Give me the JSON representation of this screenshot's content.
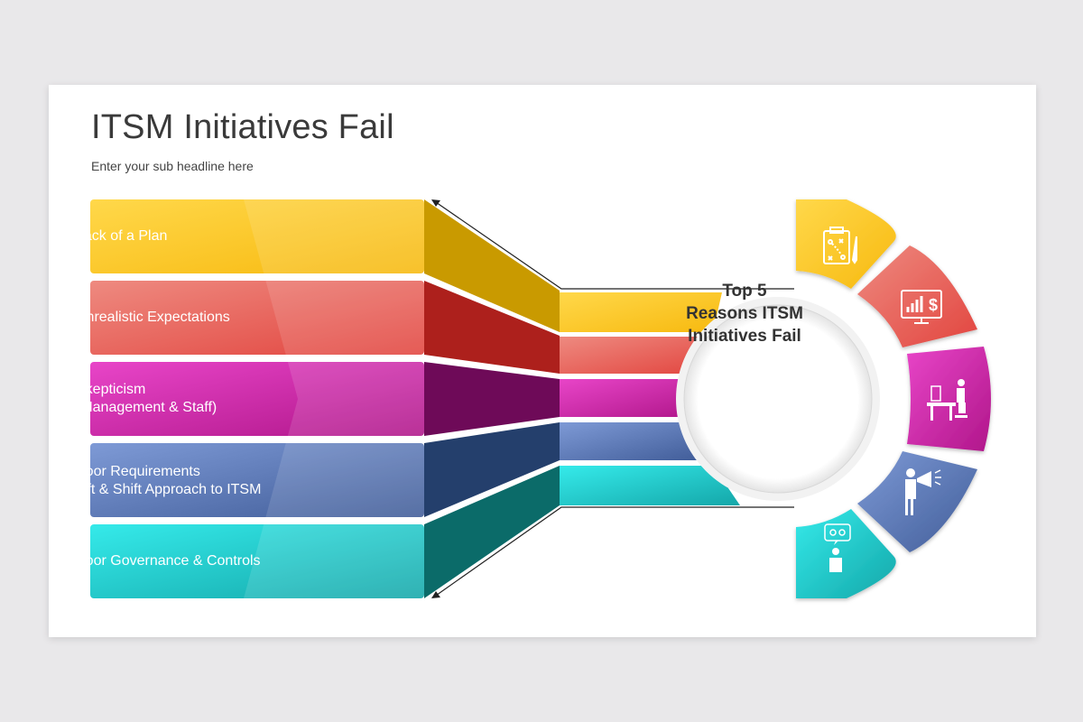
{
  "title": "ITSM Initiatives Fail",
  "subtitle": "Enter your sub headline here",
  "center": {
    "lines": [
      "Top 5",
      "Reasons ITSM",
      "Initiatives Fail"
    ]
  },
  "bars": [
    {
      "lines": [
        "Lack of a Plan"
      ],
      "color": "#f9c21e",
      "icon": "checklist-strategy-icon"
    },
    {
      "lines": [
        "Unrealistic Expectations"
      ],
      "color": "#e45a55",
      "icon": "monitor-dollar-icon"
    },
    {
      "lines": [
        "Skepticism",
        "(Management & Staff)"
      ],
      "color": "#c9179a",
      "icon": "person-at-desk-icon"
    },
    {
      "lines": [
        "Poor Requirements",
        "Lift & Shift Approach to ITSM"
      ],
      "color": "#4c6ba8",
      "icon": "megaphone-speaker-icon"
    },
    {
      "lines": [
        "Poor Governance & Controls"
      ],
      "color": "#17c1c3",
      "icon": "person-thinking-gears-icon"
    }
  ]
}
